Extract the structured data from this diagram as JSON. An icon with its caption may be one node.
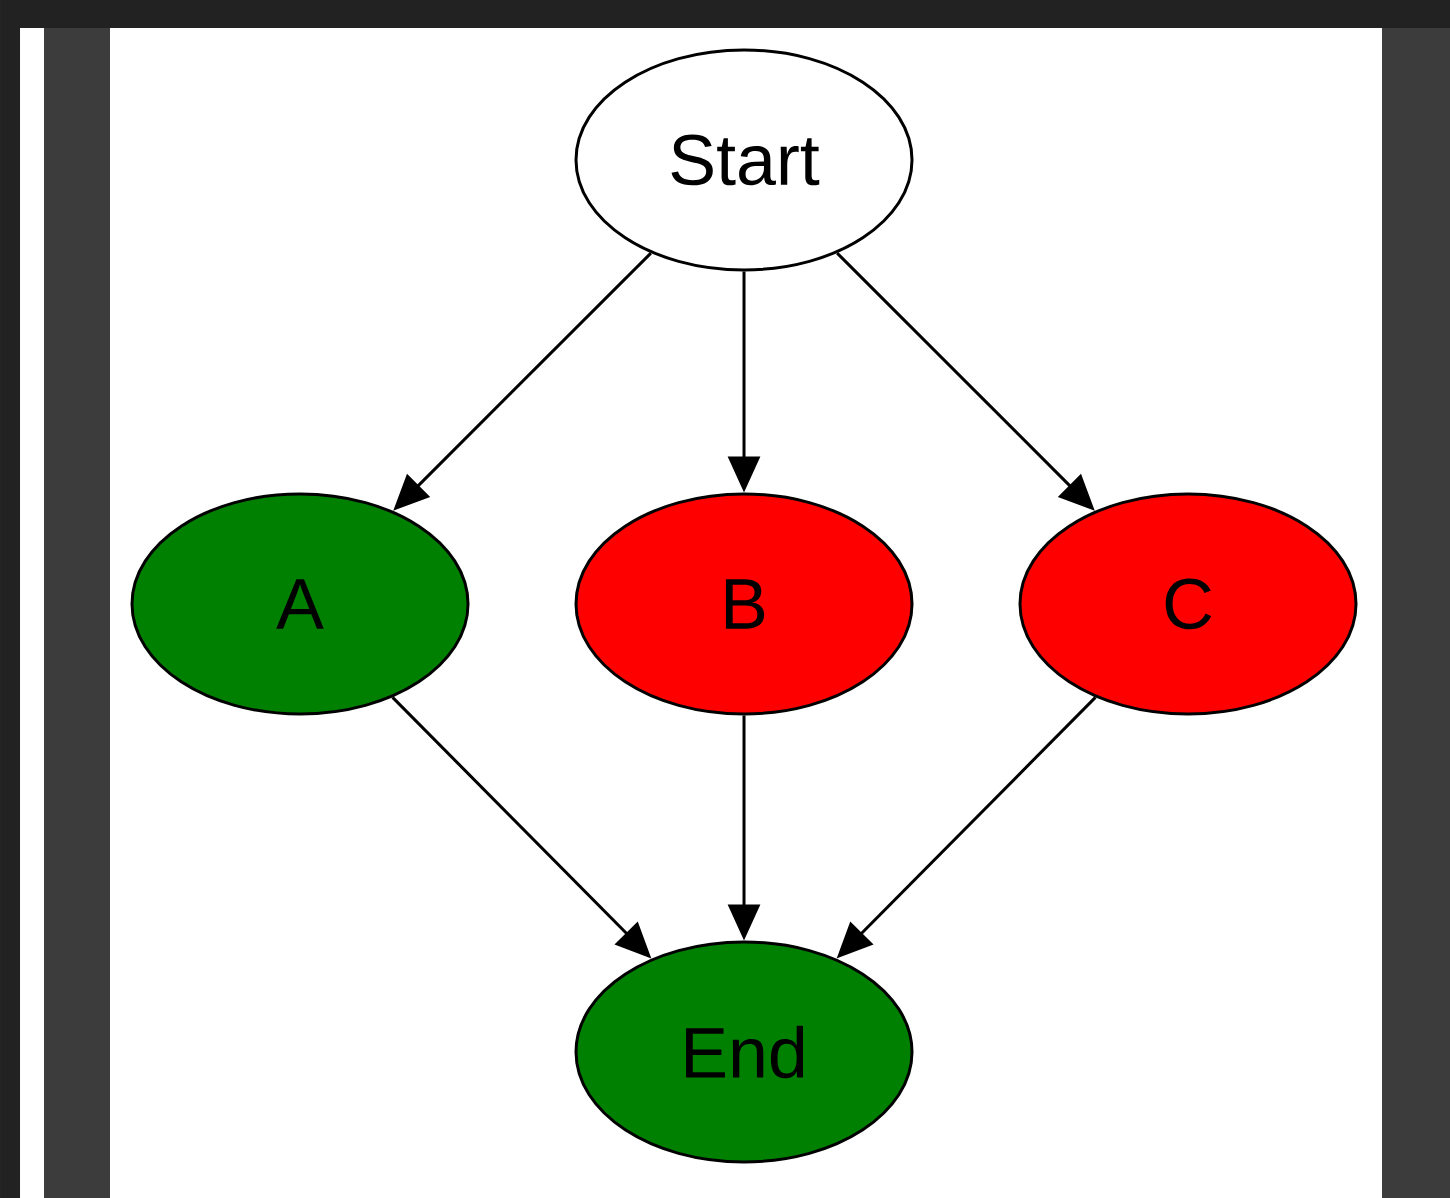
{
  "diagram": {
    "nodes": [
      {
        "text": [
          "Start"
        ]
      },
      {
        "text": [
          "A"
        ]
      },
      {
        "text": [
          "B"
        ]
      },
      {
        "text": [
          "C"
        ]
      },
      {
        "text": [
          "End"
        ]
      }
    ],
    "edges": [
      {
        "from": 0,
        "to": 1,
        "arrow": "to"
      },
      {
        "from": 0,
        "to": 2,
        "arrow": "to"
      },
      {
        "from": 0,
        "to": 3,
        "arrow": "to"
      },
      {
        "from": 1,
        "to": 4,
        "arrow": "to"
      },
      {
        "from": 2,
        "to": 4,
        "arrow": "to"
      },
      {
        "from": 3,
        "to": 4,
        "arrow": "to"
      }
    ]
  }
}
